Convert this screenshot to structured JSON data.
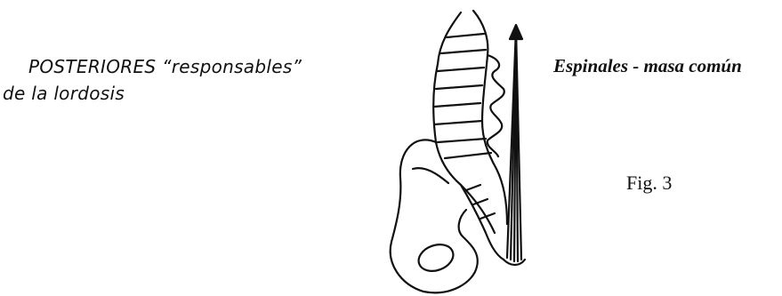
{
  "caption": {
    "line1": "POSTERIORES “responsables”",
    "line2": "de la lordosis"
  },
  "muscle_label": "Espinales - masa común",
  "figure_label": "Fig. 3"
}
